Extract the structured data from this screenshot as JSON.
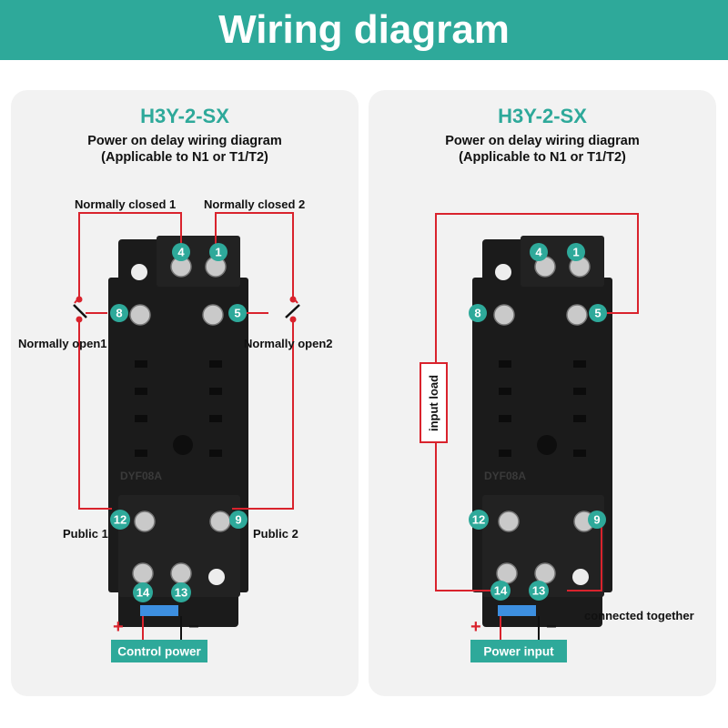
{
  "header": {
    "title": "Wiring diagram"
  },
  "left_panel": {
    "model": "H3Y-2-SX",
    "subtitle_line1": "Power on delay wiring diagram",
    "subtitle_line2": "(Applicable to N1 or T1/T2)",
    "labels": {
      "normally_closed_1": "Normally closed 1",
      "normally_closed_2": "Normally closed 2",
      "normally_open_1": "Normally open1",
      "normally_open_2": "Normally open2",
      "public_1": "Public 1",
      "public_2": "Public 2",
      "plus": "+",
      "minus": "−",
      "control_power": "Control power"
    },
    "terminals": {
      "t4": "4",
      "t1": "1",
      "t8": "8",
      "t5": "5",
      "t12": "12",
      "t9": "9",
      "t14": "14",
      "t13": "13"
    },
    "base_marking": "DYF08A"
  },
  "right_panel": {
    "model": "H3Y-2-SX",
    "subtitle_line1": "Power on delay wiring diagram",
    "subtitle_line2": "(Applicable to N1 or T1/T2)",
    "labels": {
      "input_load": "input load",
      "connected_together": "connected together",
      "plus": "+",
      "minus": "−",
      "power_input": "Power input"
    },
    "terminals": {
      "t4": "4",
      "t1": "1",
      "t8": "8",
      "t5": "5",
      "t12": "12",
      "t9": "9",
      "t14": "14",
      "t13": "13"
    },
    "base_marking": "DYF08A"
  },
  "colors": {
    "teal": "#2ea99a",
    "wire_red": "#d9232d",
    "socket_black": "#1b1b1b",
    "panel_bg": "#f2f2f2",
    "blue_mark": "#3d8fe0"
  }
}
